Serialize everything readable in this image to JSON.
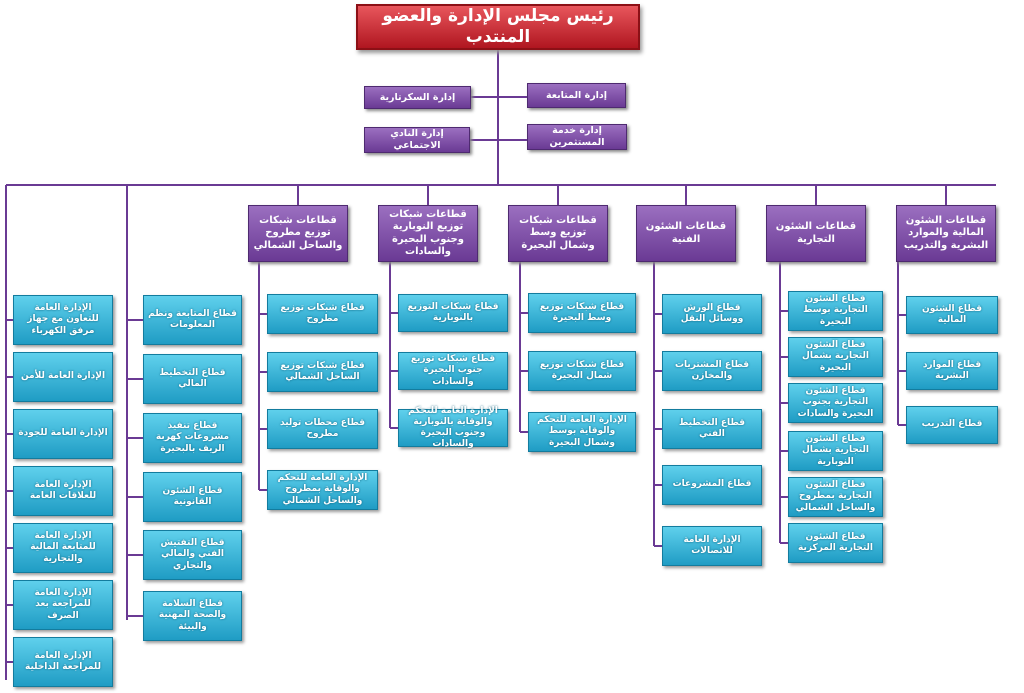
{
  "title": "رئيس مجلس الإدارة والعضو المنتدب",
  "departments": [
    {
      "id": "followup",
      "label": "إدارة المتابعة"
    },
    {
      "id": "secretariat",
      "label": "إدارة السكرتارية"
    },
    {
      "id": "customer",
      "label": "إدارة خدمة المستثمرين"
    },
    {
      "id": "club",
      "label": "إدارة النادي الاجتماعي"
    }
  ],
  "sectors": [
    {
      "label": "قطاعات الشئون المالية والموارد البشرية والتدريب",
      "children": [
        "قطاع الشئون المالية",
        "قطاع الموارد البشرية",
        "قطاع التدريب"
      ]
    },
    {
      "label": "قطاعات   الشئون التجارية",
      "children": [
        "قطاع الشئون التجارية بوسط البحيرة",
        "قطاع الشئون التجارية بشمال البحيرة",
        "قطاع الشئون التجارية بجنوب البحيرة والسادات",
        "قطاع الشئون التجارية بشمال النوبارية",
        "قطاع الشئون التجارية بمطروح والساحل الشمالي",
        "قطاع الشئون التجارية المركزية"
      ]
    },
    {
      "label": "قطاعات الشئون الفنية",
      "children": [
        "قطاع الورش ووسائل النقل",
        "قطاع المشتريات والمخازن",
        "قطاع التخطيط الفني",
        "قطاع المشروعات",
        "الإدارة العامة للاتصالات"
      ]
    },
    {
      "label": "قطاعات شبكات توزيع وسط وشمال البحيرة",
      "children": [
        "قطاع شبكات توزيع وسط البحيرة",
        "قطاع شبكات توزيع شمال البحيرة",
        "الإدارة العامة للتحكم والوقاية بوسط وشمال البحيرة"
      ]
    },
    {
      "label": "قطاعات شبكات توزيع النوبارية وجنوب البحيرة والسادات",
      "children": [
        "قطاع شبكات التوزيع بالنوبارية",
        "قطاع شبكات توزيع جنوب البحيرة والسادات",
        "الإدارة العامة للتحكم والوقاية بالنوبارية وجنوب البحيرة والسادات"
      ]
    },
    {
      "label": "قطاعات شبكات توزيع مطروح والساحل الشمالي",
      "children": [
        "قطاع شبكات توزيع مطروح",
        "قطاع شبكات توزيع الساحل الشمالي",
        "قطاع محطات توليد مطروح",
        "الإدارة العامة للتحكم والوقاية بمطروح والساحل الشمالي"
      ]
    }
  ],
  "column_a": [
    "قطاع المتابعة ونظم المعلومات",
    "قطاع التخطيط المالي",
    "قطاع تنفيذ مشروعات كهربة الريف بالبحيرة",
    "قطاع الشئون القانونية",
    "قطاع التفتيش الفني والمالي والتجاري",
    "قطاع السلامة والصحة المهنية والبيئة"
  ],
  "column_b": [
    "الإدارة العامة  للتعاون مع جهاز مرفق الكهرباء",
    "الإدارة العامة للأمن",
    "الإدارة العامة للجودة",
    "الإدارة العامة للعلاقات العامة",
    "الإدارة العامة للمتابعة المالية والتجارية",
    "الإدارة العامة للمراجعة بعد الصرف",
    "الإدارة العامة للمراجعة الداخلية"
  ]
}
